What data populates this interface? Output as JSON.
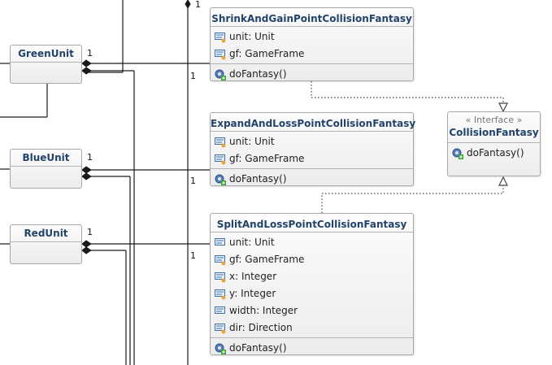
{
  "units": {
    "green": {
      "name": "GreenUnit",
      "multiplicity": "1"
    },
    "blue": {
      "name": "BlueUnit",
      "multiplicity": "1"
    },
    "red": {
      "name": "RedUnit",
      "multiplicity": "1"
    }
  },
  "fantasies": {
    "shrink": {
      "name": "ShrinkAndGainPointCollisionFantasy",
      "attributes": [
        "unit: Unit",
        "gf: GameFrame"
      ],
      "operations": [
        "doFantasy()"
      ],
      "multiplicity": "1"
    },
    "expand": {
      "name": "ExpandAndLossPointCollisionFantasy",
      "attributes": [
        "unit: Unit",
        "gf: GameFrame"
      ],
      "operations": [
        "doFantasy()"
      ],
      "multiplicity": "1"
    },
    "split": {
      "name": "SplitAndLossPointCollisionFantasy",
      "attributes": [
        "unit: Unit",
        "gf: GameFrame",
        "x: Integer",
        "y: Integer",
        "width: Integer",
        "dir: Direction"
      ],
      "operations": [
        "doFantasy()"
      ],
      "multiplicity": "1"
    }
  },
  "interface": {
    "stereotype": "« Interface »",
    "name": "CollisionFantasy",
    "operations": [
      "doFantasy()"
    ]
  },
  "top_multiplicity": "1",
  "icons": {
    "attribute": "field-icon",
    "operation": "method-icon"
  }
}
